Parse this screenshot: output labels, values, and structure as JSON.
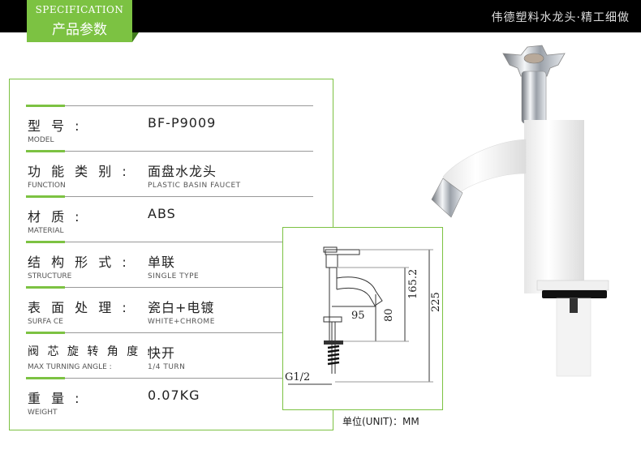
{
  "header": {
    "badge_en": "SPECIFICATION",
    "badge_zh": "产品参数",
    "brand": "伟德塑料水龙头·精工细做"
  },
  "specs": [
    {
      "label_zh": "型 号 :",
      "label_en": "MODEL",
      "value": "BF-P9009",
      "value_sub": ""
    },
    {
      "label_zh": "功 能 类 别 :",
      "label_en": "FUNCTION",
      "value": "面盘水龙头",
      "value_sub": "PLASTIC  BASIN  FAUCET"
    },
    {
      "label_zh": "材 质 :",
      "label_en": "MATERIAL",
      "value": "ABS",
      "value_sub": ""
    },
    {
      "label_zh": "结 构 形 式 :",
      "label_en": "STRUCTURE",
      "value": "单联",
      "value_sub": "SINGLE TYPE"
    },
    {
      "label_zh": "表 面 处 理 :",
      "label_en": "SURFA CE",
      "value": "瓷白+电镀",
      "value_sub": "WHITE+CHROME"
    },
    {
      "label_zh": "阀 芯 旋 转 角 度 :",
      "label_en": "MAX TURNING ANGLE :",
      "value": "快开",
      "value_sub": "1/4 TURN"
    },
    {
      "label_zh": "重 量 :",
      "label_en": "WEIGHT",
      "value": "0.07KG",
      "value_sub": ""
    }
  ],
  "diagram": {
    "dim_165": "165.2",
    "dim_225": "225",
    "dim_95": "95",
    "dim_80": "80",
    "thread": "G1/2"
  },
  "unit_note": "单位(UNIT)：MM",
  "colors": {
    "accent": "#7cc242",
    "header_bg": "#000000",
    "chrome": "#c8ccd2",
    "body_white": "#f7f7f7"
  }
}
